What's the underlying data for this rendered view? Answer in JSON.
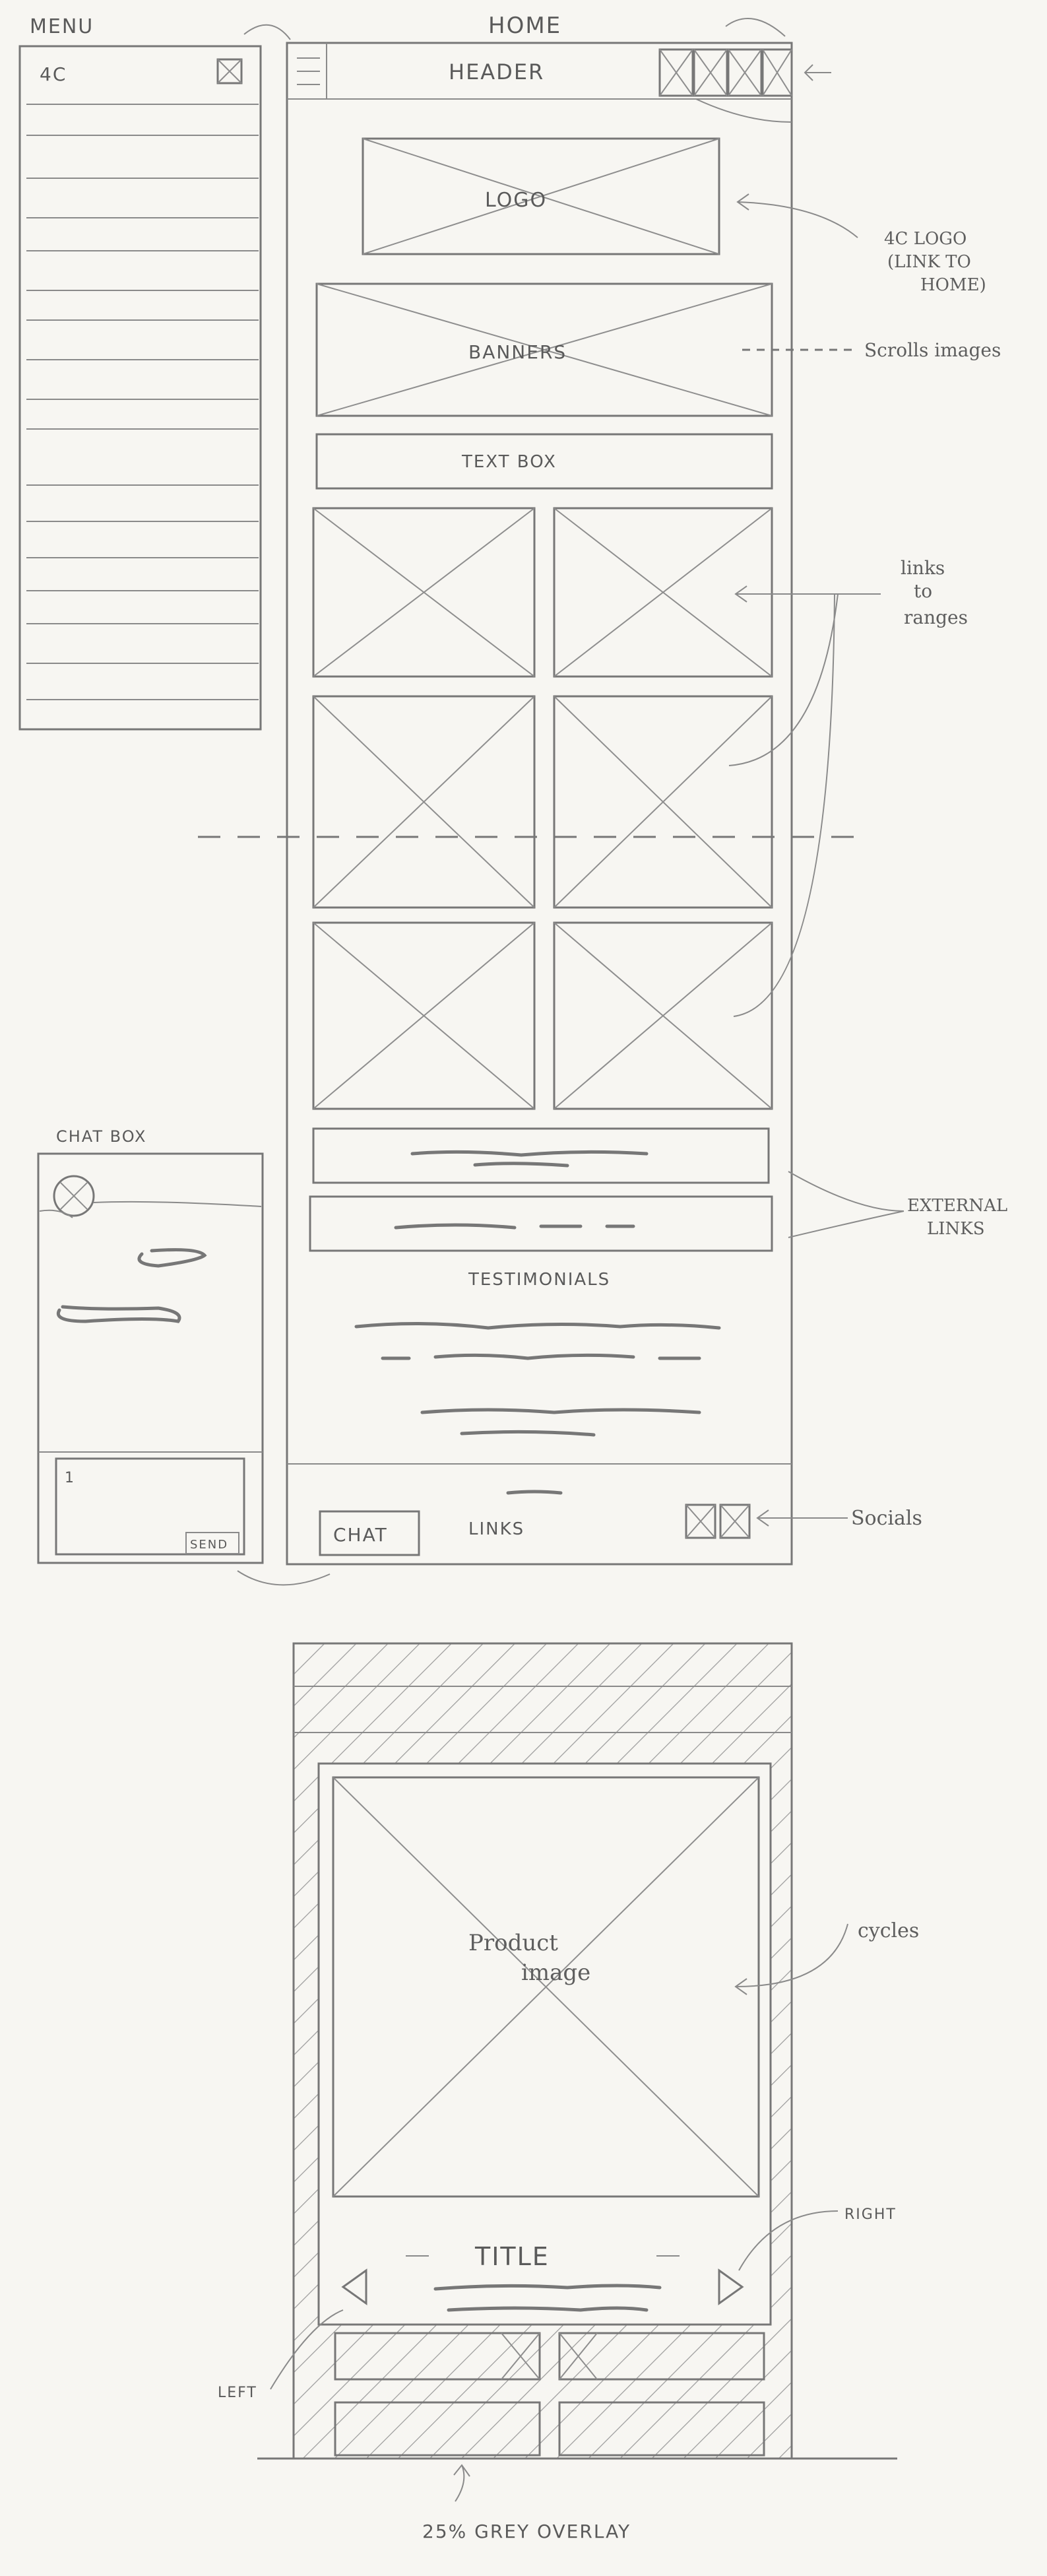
{
  "labels": {
    "menu": "MENU",
    "home": "HOME",
    "chat_box": "CHAT BOX"
  },
  "menu_panel": {
    "brand": "4C"
  },
  "home_screen": {
    "header": "HEADER",
    "logo": "LOGO",
    "banners": "BANNERS",
    "text_box": "TEXT BOX",
    "testimonials": "TESTIMONIALS",
    "chat_button": "CHAT",
    "links": "LINKS"
  },
  "chat_box": {
    "input_value": "1",
    "send": "SEND"
  },
  "product_view": {
    "image_label_1": "Product",
    "image_label_2": "image",
    "title": "TITLE"
  },
  "annotations": {
    "logo_1": "4C LOGO",
    "logo_2": "(LINK TO",
    "logo_3": "HOME)",
    "banners": "Scrolls images",
    "ranges_1": "links",
    "ranges_2": "to",
    "ranges_3": "ranges",
    "external_1": "EXTERNAL",
    "external_2": "LINKS",
    "socials": "Socials",
    "cycles": "cycles",
    "right": "RIGHT",
    "left": "LEFT",
    "overlay": "25% GREY OVERLAY"
  }
}
